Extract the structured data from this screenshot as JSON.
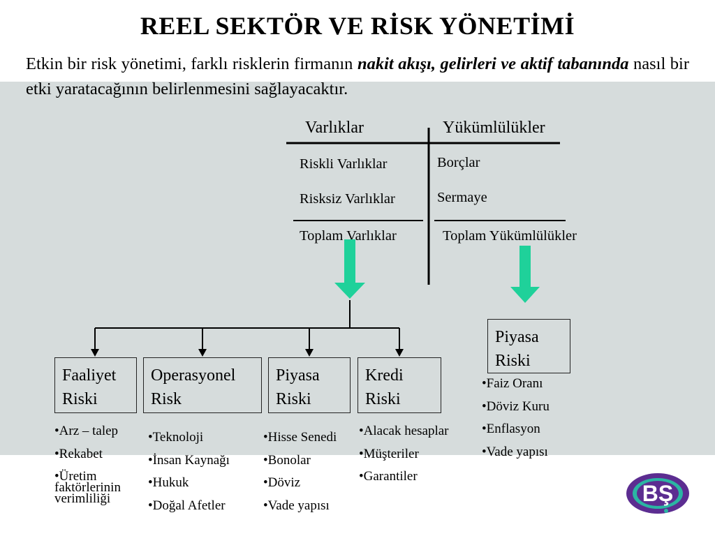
{
  "title": "REEL SEKTÖR VE RİSK YÖNETİMİ",
  "intro": {
    "part1": "Etkin bir risk yönetimi, farklı risklerin firmanın ",
    "emph": "nakit akışı, gelirleri ve aktif tabanında",
    "part2": " nasıl bir etki yaratacağının belirlenmesini sağlayacaktır."
  },
  "balance": {
    "assets_header": "Varlıklar",
    "liabilities_header": "Yükümlülükler",
    "assets": [
      "Riskli Varlıklar",
      "Risksiz Varlıklar"
    ],
    "liabilities": [
      "Borçlar",
      "Sermaye"
    ],
    "assets_total": "Toplam Varlıklar",
    "liabilities_total": "Toplam Yükümlülükler"
  },
  "risks": [
    {
      "line1": "Faaliyet",
      "line2": "Riski",
      "items": [
        "•Arz – talep",
        "•Rekabet",
        "•Üretim faktörlerinin verimliliği"
      ]
    },
    {
      "line1": "Operasyonel",
      "line2": "Risk",
      "items": [
        "•Teknoloji",
        "•İnsan Kaynağı",
        "•Hukuk",
        "•Doğal Afetler"
      ]
    },
    {
      "line1": "Piyasa",
      "line2": "Riski",
      "items": [
        "•Hisse Senedi",
        "•Bonolar",
        "•Döviz",
        "•Vade yapısı"
      ]
    },
    {
      "line1": "Kredi",
      "line2": "Riski",
      "items": [
        "•Alacak hesaplar",
        "•Müşteriler",
        "•Garantiler"
      ]
    }
  ],
  "market_risk_right": {
    "line1": "Piyasa",
    "line2": "Riski",
    "items": [
      "•Faiz Oranı",
      "•Döviz Kuru",
      "•Enflasyon",
      "•Vade yapısı"
    ]
  },
  "logo": {
    "text": "BŞ",
    "colors": {
      "outer": "#5c2d91",
      "inner": "#2bb5a3",
      "letters": "#ffffff"
    }
  },
  "colors": {
    "band": "#d6dcdc",
    "arrow": "#1fd19a",
    "line": "#000000"
  }
}
